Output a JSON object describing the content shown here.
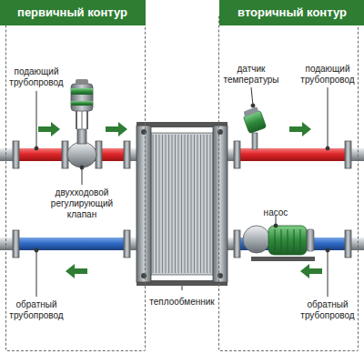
{
  "diagram": {
    "nodes": [
      {
        "text": [
          "первичный контур"
        ]
      },
      {
        "text": [
          "вторичный контур"
        ]
      }
    ],
    "labels": [
      "подающий трубопровод",
      "датчик температуры",
      "подающий трубопровод",
      "двухходовой регулирующий клапан",
      "насос",
      "обратный трубопровод",
      "теплообменник",
      "обратный трубопровод"
    ]
  }
}
